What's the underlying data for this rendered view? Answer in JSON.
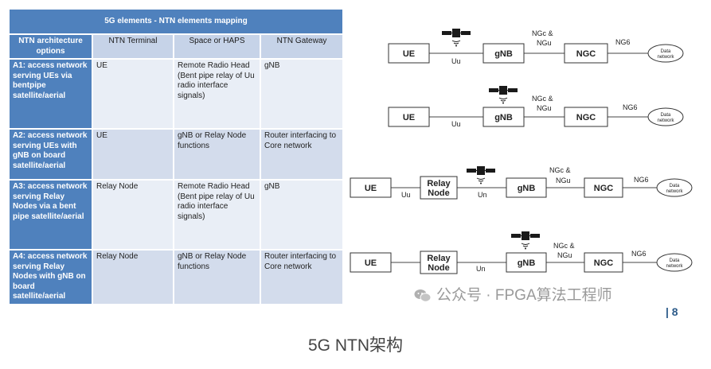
{
  "table": {
    "title": "5G elements - NTN elements mapping",
    "headers": [
      "NTN architecture options",
      "NTN Terminal",
      "Space or HAPS",
      "NTN Gateway"
    ],
    "rows": [
      {
        "option": "A1: access network serving UEs via bentpipe satellite/aerial",
        "terminal": "UE",
        "space": "Remote Radio Head (Bent pipe relay of Uu radio interface signals)",
        "gateway": "gNB"
      },
      {
        "option": "A2: access network serving UEs with gNB on board satellite/aerial",
        "terminal": "UE",
        "space": "gNB or Relay Node functions",
        "gateway": "Router interfacing to Core network"
      },
      {
        "option": "A3: access network serving Relay Nodes via a bent pipe satellite/aerial",
        "terminal": "Relay Node",
        "space": "Remote Radio Head (Bent pipe relay of Uu radio interface signals)",
        "gateway": "gNB"
      },
      {
        "option": "A4: access network serving Relay Nodes with gNB on board satellite/aerial",
        "terminal": "Relay Node",
        "space": "gNB or Relay Node functions",
        "gateway": "Router interfacing to Core network"
      }
    ]
  },
  "diagram": {
    "labels": {
      "ue": "UE",
      "gnb": "gNB",
      "ngc": "NGC",
      "relay_line1": "Relay",
      "relay_line2": "Node",
      "uu": "Uu",
      "un": "Un",
      "ngc_amp": "NGc &",
      "ngu": "NGu",
      "ng6": "NG6",
      "data_line1": "Data",
      "data_line2": "network"
    },
    "icons": [
      "satellite-icon",
      "data-network-cloud-icon"
    ]
  },
  "watermark": "公众号 · FPGA算法工程师",
  "page_number": "| 8",
  "caption": "5G NTN架构",
  "colors": {
    "header_blue": "#4f81bd",
    "cell_dark": "#d3dcec",
    "cell_light": "#e9eef6",
    "page_number": "#2e5c8a"
  }
}
